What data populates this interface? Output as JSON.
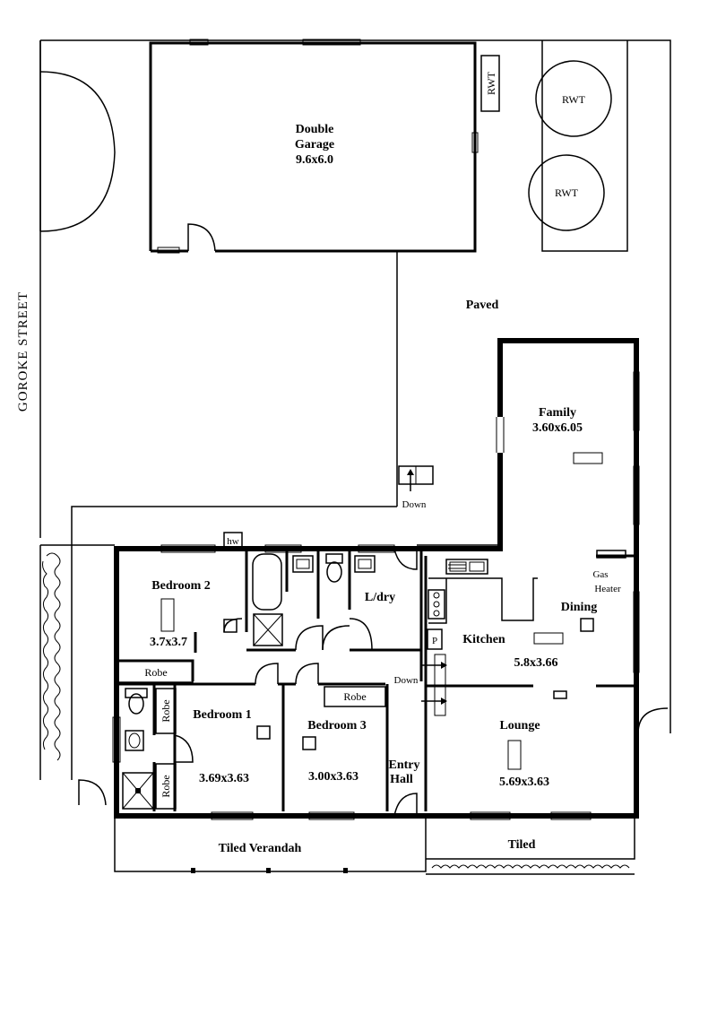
{
  "labels": {
    "double_garage": "Double",
    "double_garage_2": "Garage",
    "garage_size": "9.6x6.0",
    "rwt_box": "RWT",
    "rwt_tank_1": "RWT",
    "rwt_tank_2": "RWT",
    "paved": "Paved",
    "street": "GOROKE STREET",
    "family": "Family",
    "family_size": "3.60x6.05",
    "down_1": "Down",
    "down_2": "Down",
    "hw": "hw",
    "bedroom2": "Bedroom 2",
    "bedroom2_size": "3.7x3.7",
    "robe_1": "Robe",
    "robe_2": "Robe",
    "robe_3": "Robe",
    "robe_4": "Robe",
    "ldry": "L/dry",
    "gas": "Gas",
    "heater": "Heater",
    "dining": "Dining",
    "kitchen": "Kitchen",
    "p": "P",
    "kitchen_size": "5.8x3.66",
    "bedroom1": "Bedroom 1",
    "bedroom1_size": "3.69x3.63",
    "bedroom3": "Bedroom 3",
    "bedroom3_size": "3.00x3.63",
    "entry": "Entry",
    "hall": "Hall",
    "lounge": "Lounge",
    "lounge_size": "5.69x3.63",
    "tiled_verandah": "Tiled Verandah",
    "tiled": "Tiled"
  }
}
